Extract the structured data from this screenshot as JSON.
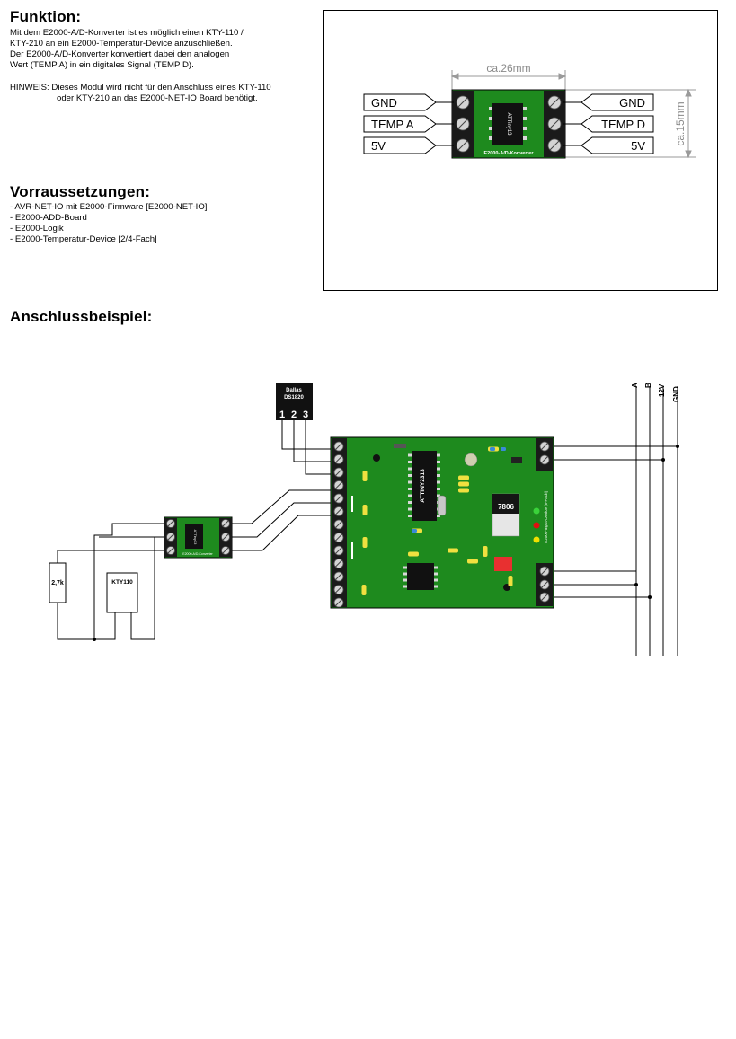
{
  "funktion": {
    "heading": "Funktion:",
    "lines": [
      "Mit dem E2000-A/D-Konverter ist es möglich einen KTY-110 /",
      "KTY-210 an ein E2000-Temperatur-Device anzuschließen.",
      "Der E2000-A/D-Konverter konvertiert dabei den analogen",
      "Wert (TEMP A) in ein digitales Signal (TEMP D)."
    ],
    "hinweis_label": "HINWEIS:",
    "hinweis_line1": "Dieses Modul wird nicht für den Anschluss eines KTY-110",
    "hinweis_line2": "oder KTY-210 an das E2000-NET-IO Board benötigt."
  },
  "voraussetzungen": {
    "heading": "Vorraussetzungen:",
    "items": [
      "- AVR-NET-IO mit E2000-Firmware [E2000-NET-IO]",
      "- E2000-ADD-Board",
      "- E2000-Logik",
      "- E2000-Temperatur-Device [2/4-Fach]"
    ]
  },
  "module": {
    "width_label": "ca.26mm",
    "height_label": "ca.15mm",
    "left_labels": [
      "GND",
      "TEMP A",
      "5V"
    ],
    "right_labels": [
      "GND",
      "TEMP D",
      "5V"
    ],
    "chip_label": "ATTiny13",
    "board_label": "E2000-A/D-Konverter"
  },
  "example": {
    "heading": "Anschlussbeispiel:",
    "sensor_name_1": "Dallas",
    "sensor_name_2": "DS1820",
    "pins": [
      "1",
      "2",
      "3"
    ],
    "resistor_label": "2,7k",
    "kty_label": "KTY110",
    "bus_labels": [
      "A",
      "B",
      "12V",
      "GND"
    ],
    "mcu_label": "ATTINY2313",
    "regulator_label": "7806",
    "device_label": "E2000-Input-Device [8-Fach]",
    "small_board_label": "E2000-A/D-Konverter",
    "small_chip_label": "ATTiny13"
  },
  "colors": {
    "pcb_green": "#1e8a1e",
    "terminal": "#1a1a1a",
    "ic": "#111111",
    "led_red": "#e01010",
    "led_yellow": "#f0e000",
    "led_green": "#3ad23a",
    "dip_red": "#e83030"
  }
}
